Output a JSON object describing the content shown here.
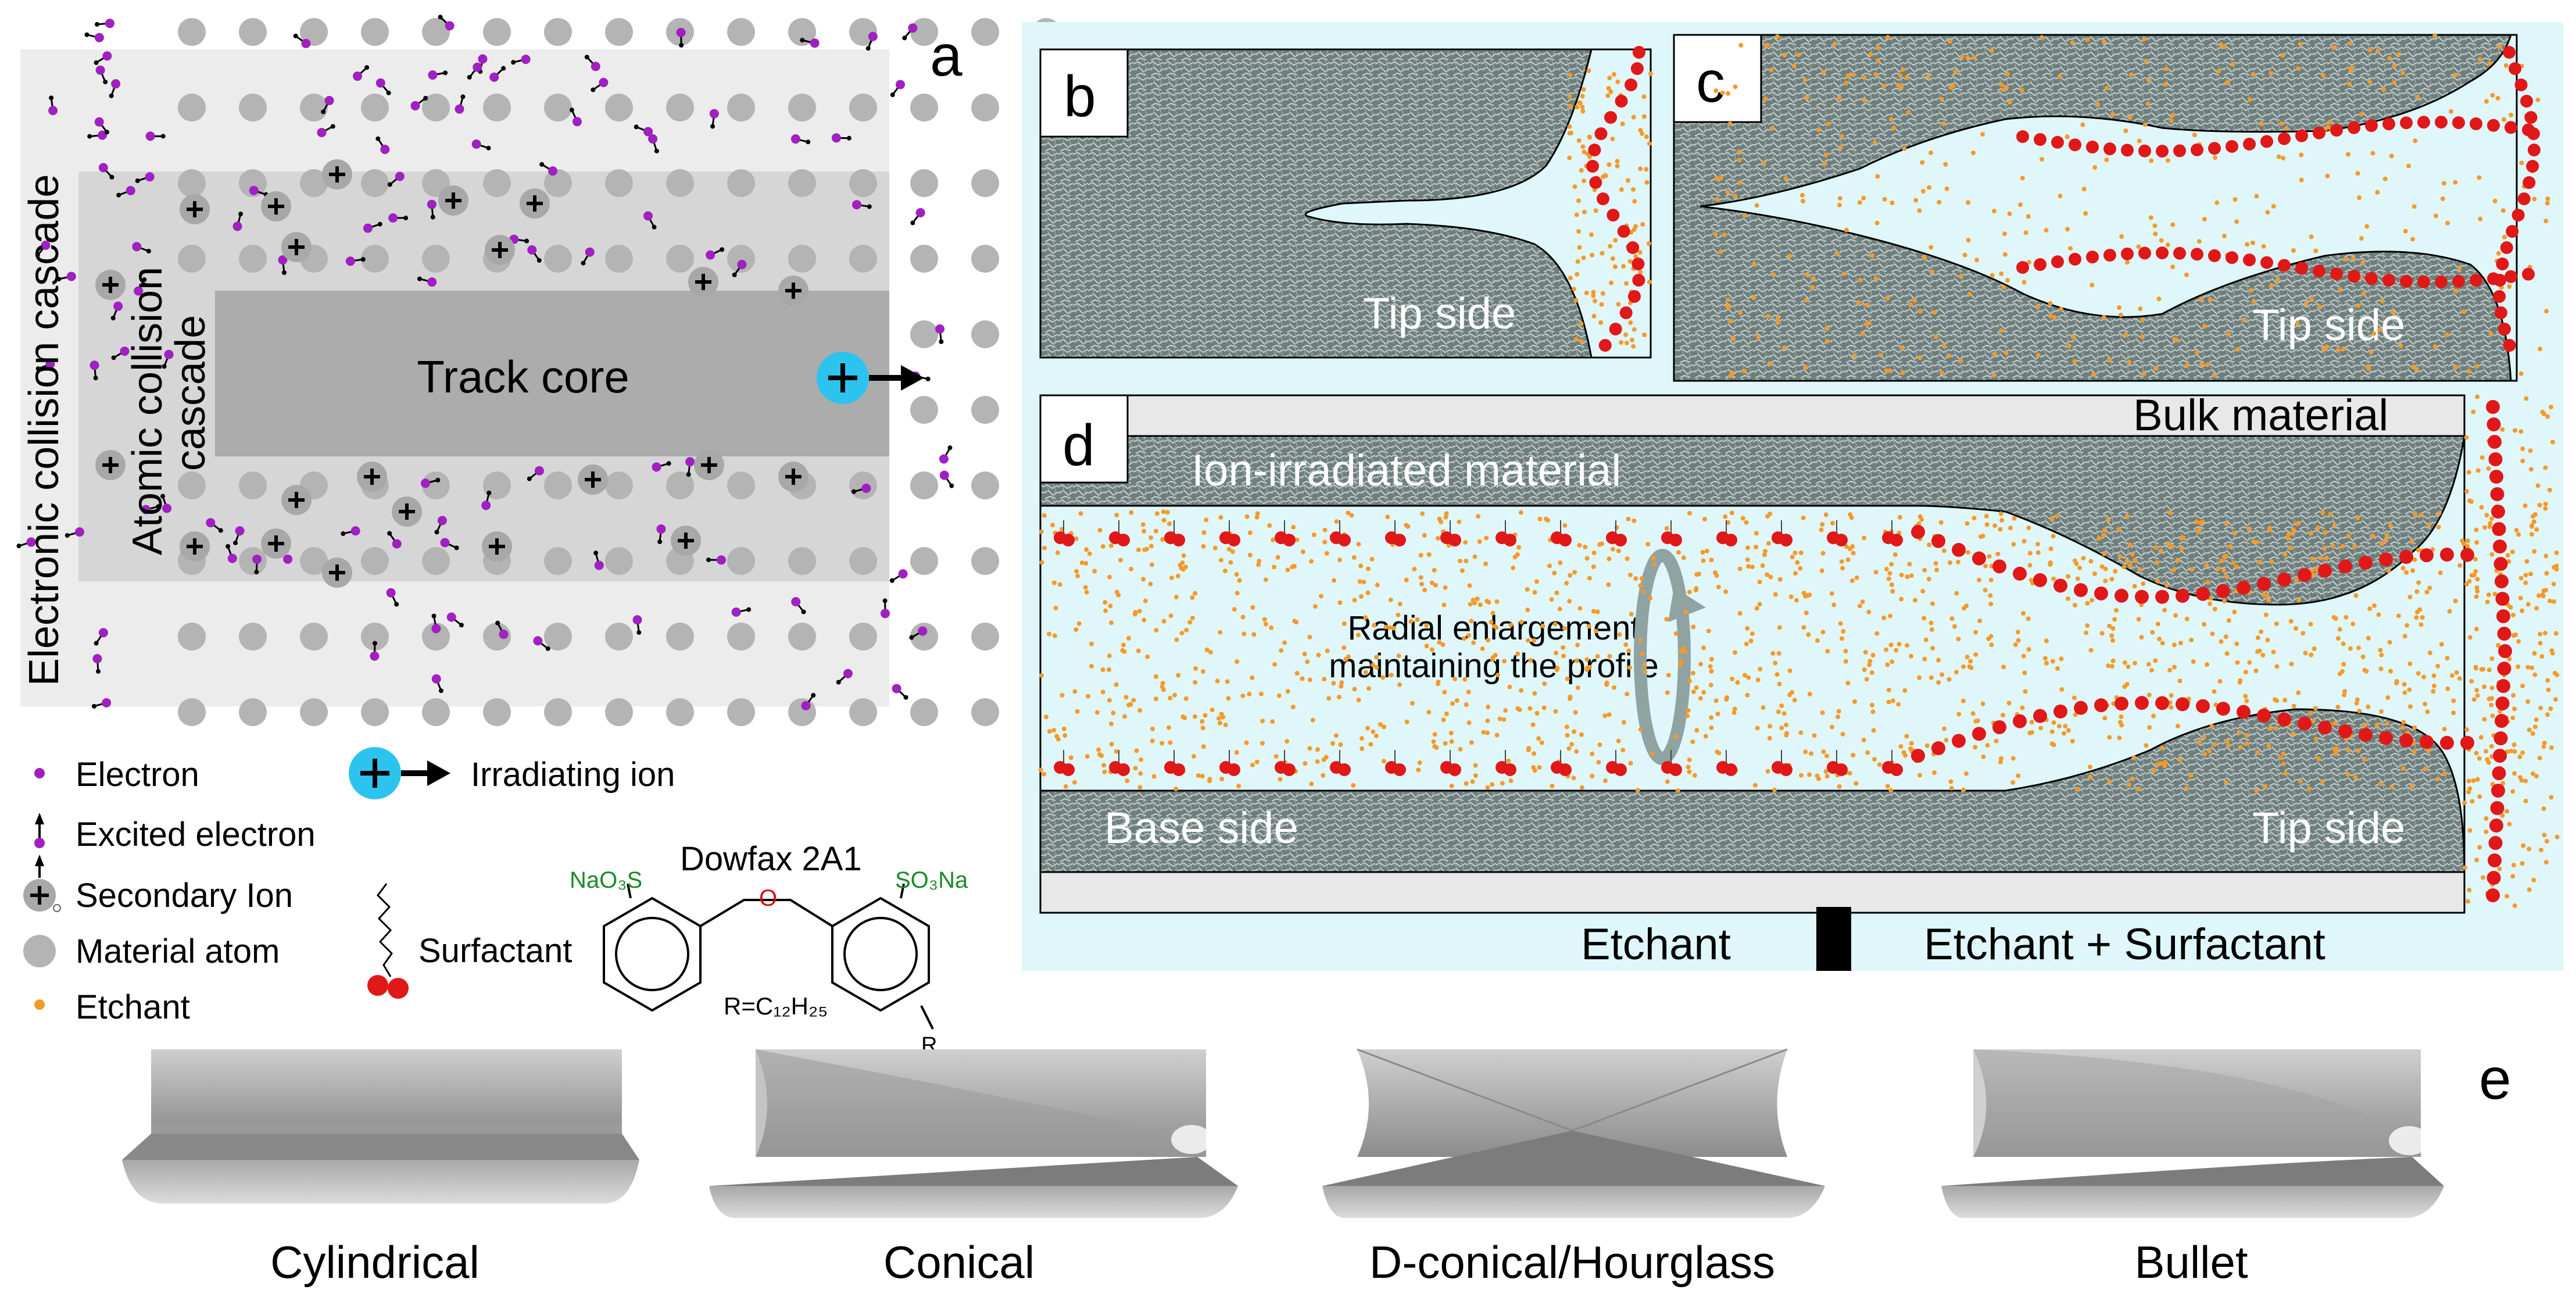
{
  "panel_a": {
    "letter": "a",
    "electronic_cascade": "Electronic collision cascade",
    "atomic_cascade_line1": "Atomic collision",
    "atomic_cascade_line2": "cascade",
    "track_core": "Track core",
    "legend": {
      "electron": "Electron",
      "excited_electron": "Excited electron",
      "secondary_ion": "Secondary Ion",
      "material_atom": "Material atom",
      "etchant": "Etchant",
      "irradiating_ion": "Irradiating ion",
      "surfactant": "Surfactant"
    },
    "dowfax": {
      "title": "Dowfax 2A1",
      "left_group": "NaO₃S",
      "right_group": "SO₃Na",
      "r_formula": "R=C₁₂H₂₅",
      "r_label": "R"
    }
  },
  "panel_b": {
    "letter": "b",
    "tip_side": "Tip side"
  },
  "panel_c": {
    "letter": "c",
    "tip_side": "Tip side"
  },
  "panel_d": {
    "letter": "d",
    "bulk_material": "Bulk material",
    "ion_irradiated": "Ion-irradiated material",
    "radial_line1": "Radial enlargement",
    "radial_line2": "maintaining the profile",
    "base_side": "Base side",
    "tip_side": "Tip side",
    "etchant": "Etchant",
    "etchant_surfactant": "Etchant + Surfactant"
  },
  "panel_e": {
    "letter": "e",
    "shapes": [
      "Cylindrical",
      "Conical",
      "D-conical/Hourglass",
      "Bullet"
    ]
  },
  "colors": {
    "electron": "#a020c0",
    "etchant": "#f59a2a",
    "surfactant_head": "#e01818",
    "ion": "#2cc4ef",
    "atom": "#b4b4b4",
    "panel_bg": "#dff7fb"
  }
}
